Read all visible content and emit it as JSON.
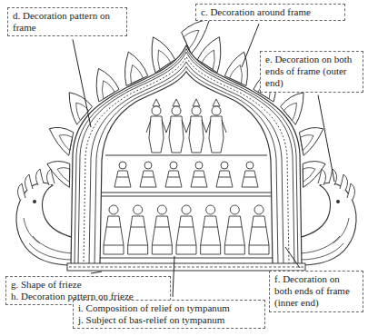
{
  "diagram": {
    "nodes": [
      {
        "text": [
          "c. Decoration around frame"
        ]
      },
      {
        "text": [
          "d. Decoration pattern on frame"
        ]
      },
      {
        "text": [
          "e. Decoration on both ends of frame (outer end)"
        ]
      },
      {
        "text": [
          "f. Decoration on both ends of frame (inner end)"
        ]
      },
      {
        "text": [
          "g. Shape of frieze",
          "h. Decoration pattern on frieze"
        ]
      },
      {
        "text": [
          "i. Composition of relief on tympanum",
          "j. Subject of bas-relief on tympanum"
        ]
      }
    ]
  }
}
